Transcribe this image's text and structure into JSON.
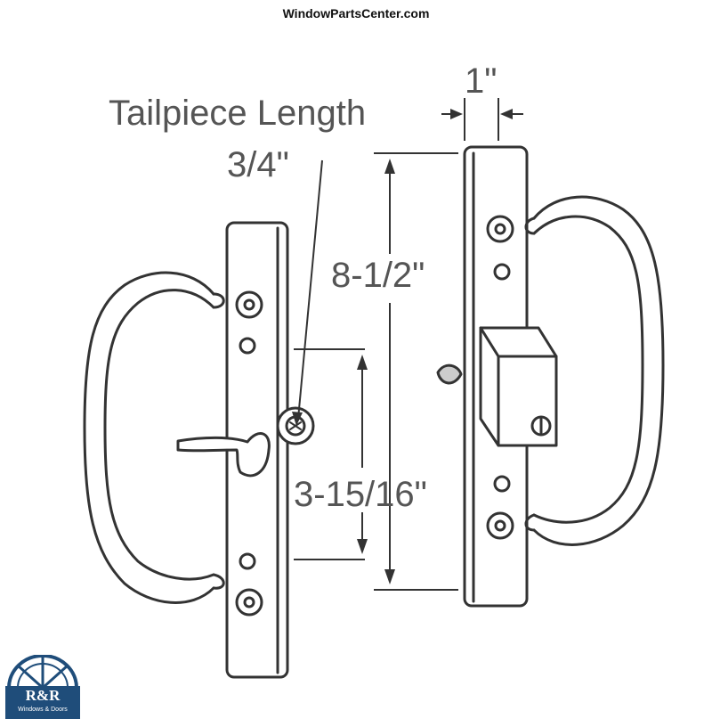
{
  "header": {
    "site_name": "WindowParts­Center.com"
  },
  "diagram": {
    "labels": {
      "tailpiece": "Tailpiece Length",
      "tailpiece_value": "3/4\"",
      "width": "1\"",
      "height": "8-1/2\"",
      "hole_spacing": "3-15/16\""
    }
  },
  "logo": {
    "mark": "R&R",
    "tagline": "Windows & Doors"
  },
  "colors": {
    "line": "#333333",
    "text": "#555555",
    "brand": "#1f4d7a"
  }
}
